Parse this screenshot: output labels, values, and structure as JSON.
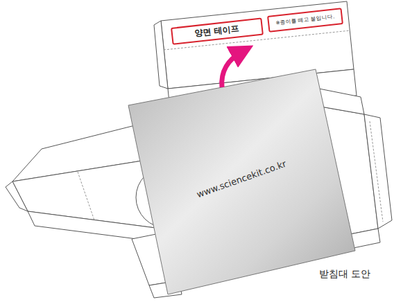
{
  "diagram": {
    "caption": "받침대 도안",
    "nodes": [
      {
        "text": [
          "양면 테이프"
        ]
      },
      {
        "text": [
          "※종이를 떼고 붙입니다."
        ]
      }
    ],
    "labels": [
      "www.sciencekit.co.kr"
    ]
  }
}
